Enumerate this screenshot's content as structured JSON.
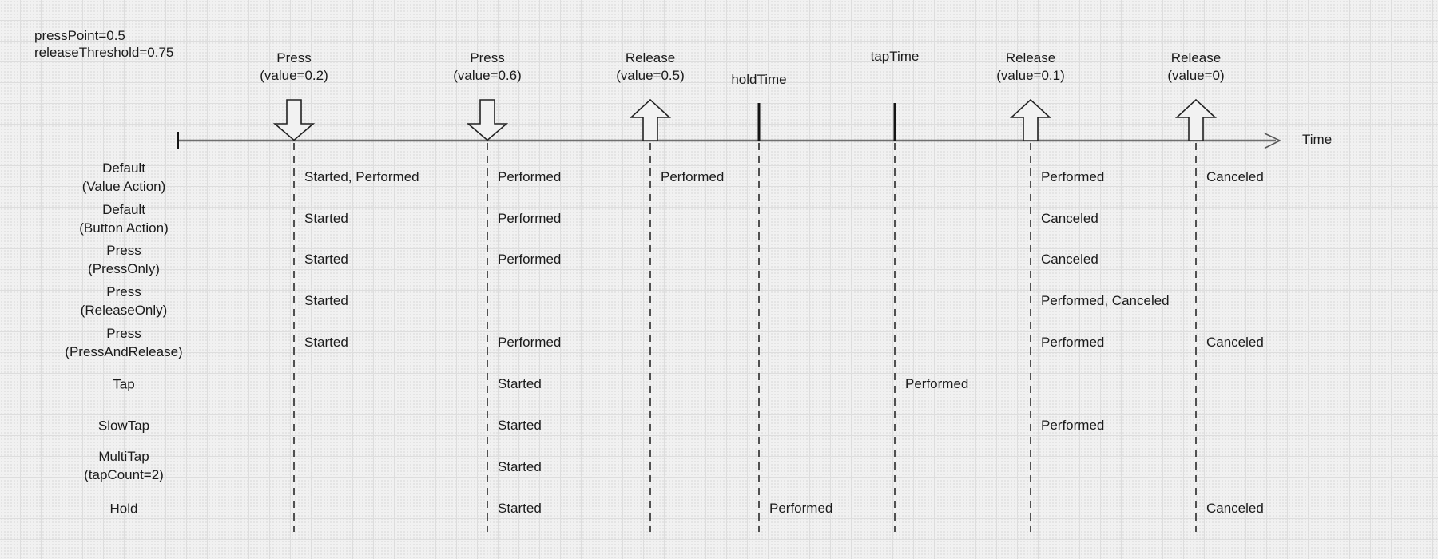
{
  "config": {
    "press_point": "pressPoint=0.5",
    "release_threshold": "releaseThreshold=0.75"
  },
  "time_axis": {
    "label": "Time"
  },
  "markers": [
    {
      "name": "press-1",
      "kind": "press-down-arrow",
      "line1": "Press",
      "line2": "(value=0.2)"
    },
    {
      "name": "press-2",
      "kind": "press-down-arrow",
      "line1": "Press",
      "line2": "(value=0.6)"
    },
    {
      "name": "release-1",
      "kind": "release-up-arrow",
      "line1": "Release",
      "line2": "(value=0.5)"
    },
    {
      "name": "hold-time",
      "kind": "time-tick",
      "line1": "holdTime"
    },
    {
      "name": "tap-time",
      "kind": "time-tick",
      "line1": "tapTime"
    },
    {
      "name": "release-2",
      "kind": "release-up-arrow",
      "line1": "Release",
      "line2": "(value=0.1)"
    },
    {
      "name": "release-3",
      "kind": "release-up-arrow",
      "line1": "Release",
      "line2": "(value=0)"
    }
  ],
  "rows": [
    {
      "label1": "Default",
      "label2": "(Value Action)",
      "events": [
        {
          "marker": 1,
          "text": "Started, Performed"
        },
        {
          "marker": 2,
          "text": "Performed"
        },
        {
          "marker": 3,
          "text": "Performed"
        },
        {
          "marker": 6,
          "text": "Performed"
        },
        {
          "marker": 7,
          "text": "Canceled"
        }
      ]
    },
    {
      "label1": "Default",
      "label2": "(Button Action)",
      "events": [
        {
          "marker": 1,
          "text": "Started"
        },
        {
          "marker": 2,
          "text": "Performed"
        },
        {
          "marker": 6,
          "text": "Canceled"
        }
      ]
    },
    {
      "label1": "Press",
      "label2": "(PressOnly)",
      "events": [
        {
          "marker": 1,
          "text": "Started"
        },
        {
          "marker": 2,
          "text": "Performed"
        },
        {
          "marker": 6,
          "text": "Canceled"
        }
      ]
    },
    {
      "label1": "Press",
      "label2": "(ReleaseOnly)",
      "events": [
        {
          "marker": 1,
          "text": "Started"
        },
        {
          "marker": 6,
          "text": "Performed, Canceled"
        }
      ]
    },
    {
      "label1": "Press",
      "label2": "(PressAndRelease)",
      "events": [
        {
          "marker": 1,
          "text": "Started"
        },
        {
          "marker": 2,
          "text": "Performed"
        },
        {
          "marker": 6,
          "text": "Performed"
        },
        {
          "marker": 7,
          "text": "Canceled"
        }
      ]
    },
    {
      "label1": "Tap",
      "events": [
        {
          "marker": 2,
          "text": "Started"
        },
        {
          "marker": 5,
          "text": "Performed"
        }
      ]
    },
    {
      "label1": "SlowTap",
      "events": [
        {
          "marker": 2,
          "text": "Started"
        },
        {
          "marker": 6,
          "text": "Performed"
        }
      ]
    },
    {
      "label1": "MultiTap",
      "label2": "(tapCount=2)",
      "events": [
        {
          "marker": 2,
          "text": "Started"
        }
      ]
    },
    {
      "label1": "Hold",
      "events": [
        {
          "marker": 2,
          "text": "Started"
        },
        {
          "marker": 4,
          "text": "Performed"
        },
        {
          "marker": 7,
          "text": "Canceled"
        }
      ]
    }
  ]
}
